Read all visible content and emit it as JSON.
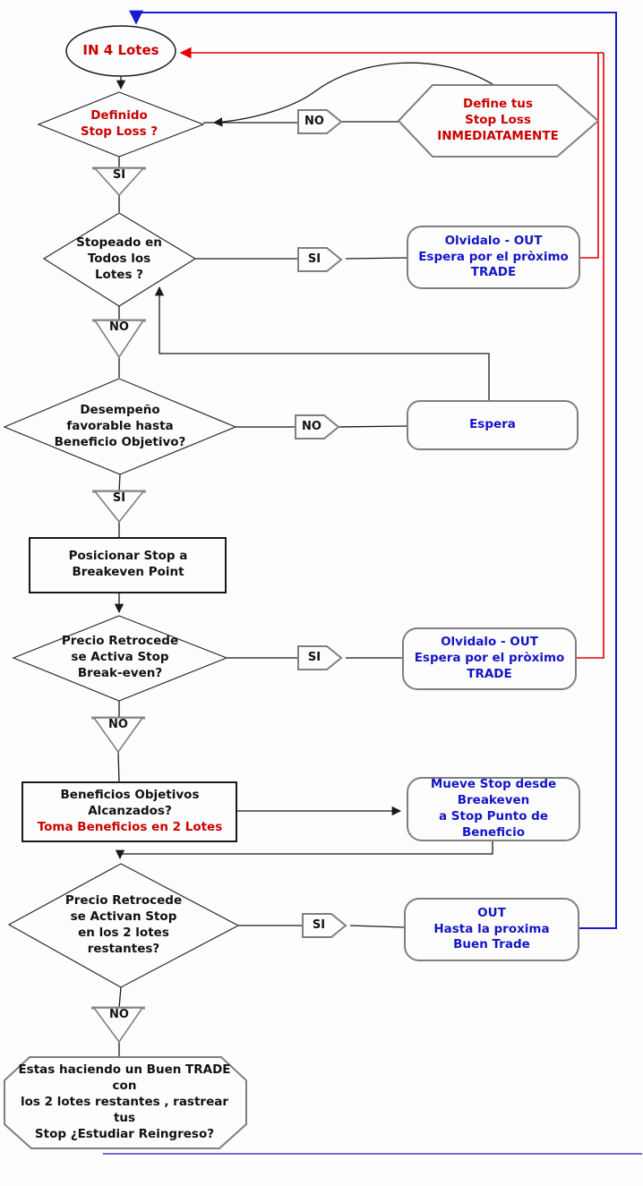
{
  "nodes": {
    "start": "IN 4 Lotes",
    "definido": "Definido\nStop Loss ?",
    "define_stop": "Define tus\nStop Loss\nINMEDIATAMENTE",
    "stopeado": "Stopeado en\nTodos los\nLotes ?",
    "olvidalo_1": "Olvidalo - OUT\nEspera por el pròximo\nTRADE",
    "desempeno": "Desempeño\nfavorable hasta\nBeneficio Objetivo?",
    "espera": "Espera",
    "posicionar": "Posicionar Stop a\nBreakeven Point",
    "retrocede_1": "Precio Retrocede\nse Activa Stop\nBreak-even?",
    "olvidalo_2": "Olvidalo - OUT\nEspera por el pròximo\nTRADE",
    "beneficios_q": "Beneficios Objetivos Alcanzados?",
    "beneficios_a": "Toma Beneficios en 2 Lotes",
    "mueve": "Mueve Stop desde\nBreakeven\na Stop Punto de Beneficio",
    "retrocede_2": "Precio Retrocede\nse Activan Stop\nen los 2 lotes\nrestantes?",
    "out_final": "OUT\nHasta la proxima\nBuen Trade",
    "buen_trade": "Estas haciendo un Buen TRADE con\nlos 2 lotes restantes , rastrear tus\nStop ¿Estudiar Reingreso?"
  },
  "connectors": {
    "no1": "NO",
    "si1": "SI",
    "si2": "SI",
    "no2": "NO",
    "no3": "NO",
    "si3": "SI",
    "si4": "SI",
    "no4": "NO",
    "si5": "SI",
    "no5": "NO"
  },
  "colors": {
    "text_red": "#cc0000",
    "text_blue": "#1414c8",
    "text_black": "#111111",
    "line_red": "#e80000",
    "line_blue": "#1a1ad0",
    "line_black": "#1a1a1a",
    "shape_border_gray": "#7f7f7f",
    "background": "#fdfdfd"
  }
}
